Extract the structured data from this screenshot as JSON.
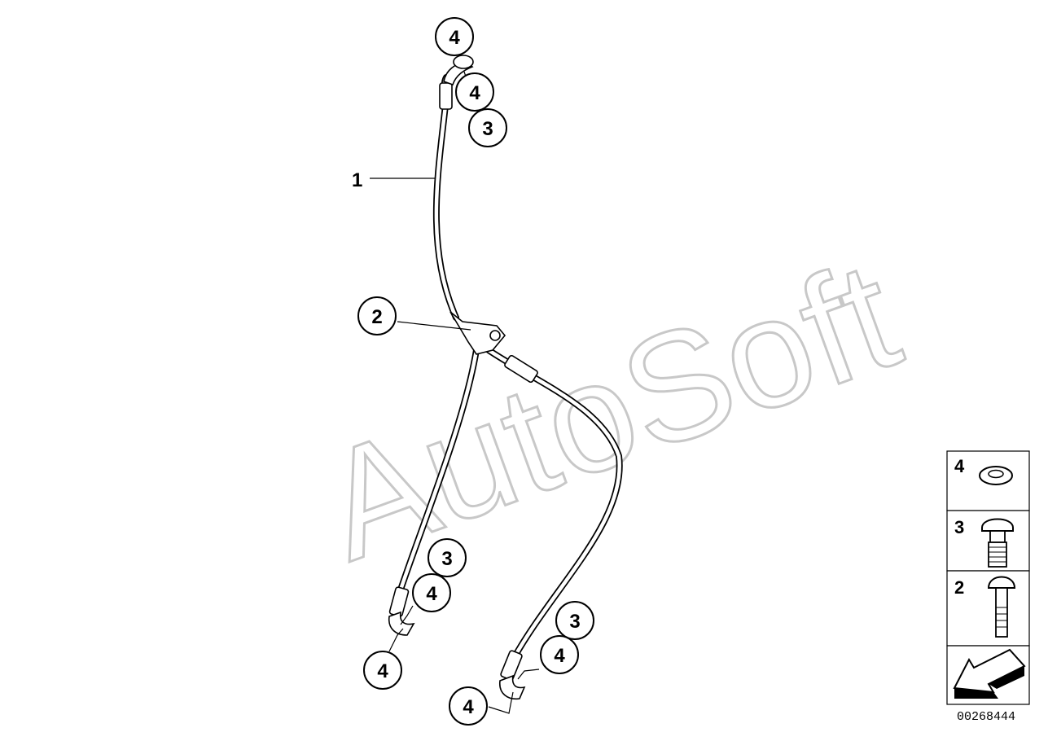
{
  "watermark": "AutoSoft",
  "part_label_1": "1",
  "callouts": [
    {
      "label": "4"
    },
    {
      "label": "4"
    },
    {
      "label": "3"
    },
    {
      "label": "2"
    },
    {
      "label": "3"
    },
    {
      "label": "4"
    },
    {
      "label": "4"
    },
    {
      "label": "3"
    },
    {
      "label": "4"
    },
    {
      "label": "4"
    }
  ],
  "legend": [
    {
      "label": "4",
      "icon": "washer-icon"
    },
    {
      "label": "3",
      "icon": "banjo-bolt-icon"
    },
    {
      "label": "2",
      "icon": "screw-icon"
    },
    {
      "label": "",
      "icon": "direction-arrow-icon"
    }
  ],
  "document_number": "00268444"
}
